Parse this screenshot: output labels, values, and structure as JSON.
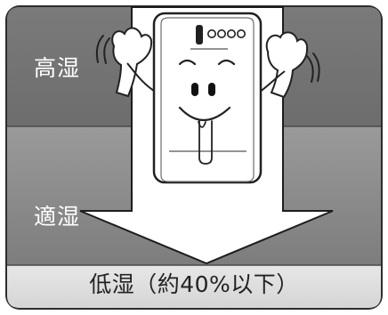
{
  "zones": {
    "high": "高湿",
    "mid": "適湿",
    "low": "低湿（約40%以下）"
  },
  "colors": {
    "frame_dark": "#6f6f6f",
    "frame_mid": "#8a8a8a",
    "frame_light": "#dcdcdc",
    "arrow_fill": "#ffffff",
    "outline": "#222222"
  },
  "illustration": {
    "subject": "dehumidifier-character",
    "expression": "smiling",
    "arrow_direction": "down"
  }
}
